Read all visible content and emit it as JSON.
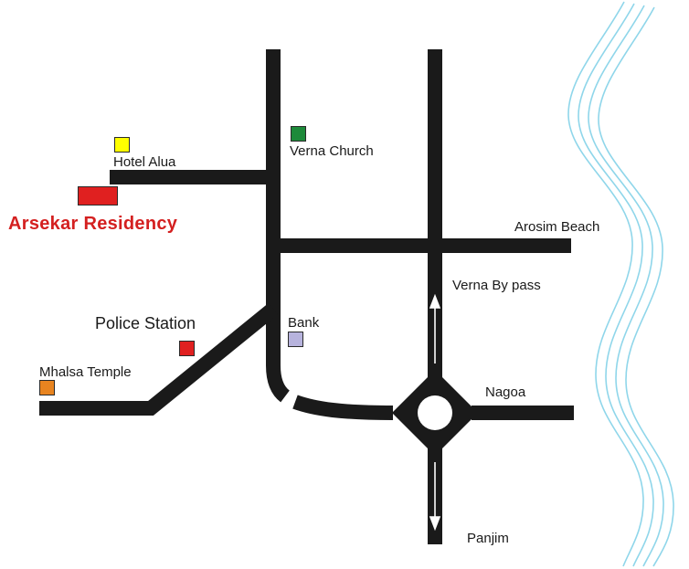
{
  "labels": {
    "hotel_alua": "Hotel Alua",
    "verna_church": "Verna Church",
    "arsekar_residency": "Arsekar Residency",
    "arosim_beach": "Arosim Beach",
    "verna_bypass": "Verna By pass",
    "police_station": "Police Station",
    "bank": "Bank",
    "mhalsa_temple": "Mhalsa Temple",
    "nagoa": "Nagoa",
    "panjim": "Panjim"
  },
  "colors": {
    "road": "#1a1a1a",
    "river": "#8fd6ea",
    "hotel_alua": "#ffff00",
    "verna_church": "#1d8a3a",
    "arsekar_residency": "#e02020",
    "police_station": "#e02020",
    "bank": "#b7b3dd",
    "mhalsa_temple": "#e88420",
    "highlight_text": "#d42020"
  }
}
